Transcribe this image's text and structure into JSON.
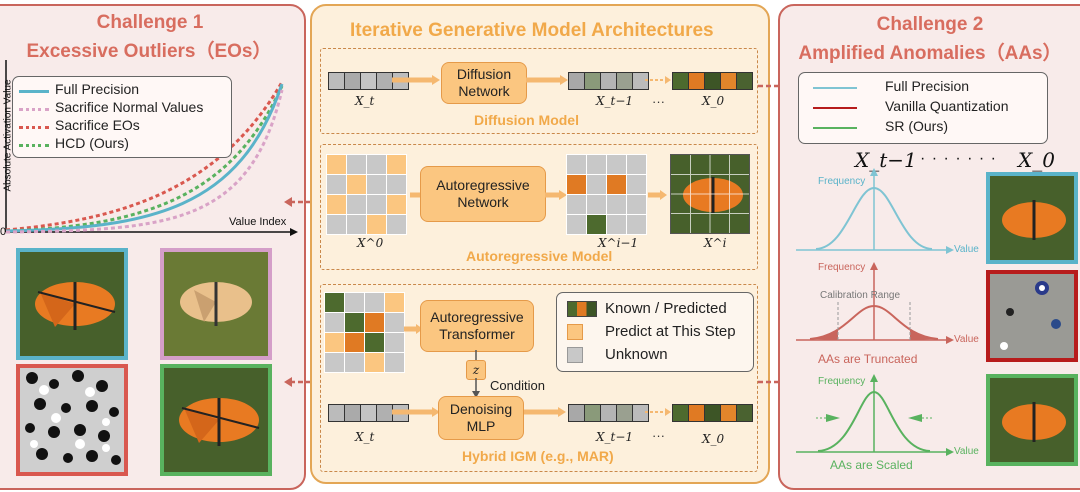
{
  "left": {
    "title1": "Challenge 1",
    "title2": "Excessive Outliers（EOs）",
    "ylabel": "Absolute Activation Value",
    "xlabel": "Value Index",
    "origin": "0",
    "legend": [
      "Full Precision",
      "Sacrifice Normal Values",
      "Sacrifice EOs",
      "HCD (Ours)"
    ]
  },
  "mid": {
    "title": "Iterative Generative Model Architectures",
    "diffusion": {
      "box": "Diffusion\nNetwork",
      "label": "Diffusion Model",
      "x_in": "X_t",
      "x_mid": "X_t−1",
      "x_out": "X_0",
      "ellipsis": "···"
    },
    "ar": {
      "box": "Autoregressive\nNetwork",
      "label": "Autoregressive Model",
      "x_in": "X^0",
      "x_mid": "X^i−1",
      "x_out": "X^i"
    },
    "hybrid": {
      "box1": "Autoregressive\nTransformer",
      "z": "z",
      "condition": "Condition",
      "box2": "Denoising\nMLP",
      "label": "Hybrid IGM (e.g., MAR)",
      "x_in": "X_t",
      "x_mid": "X_t−1",
      "x_out": "X_0",
      "ellipsis": "···",
      "legend": [
        "Known / Predicted",
        "Predict at This Step",
        "Unknown"
      ]
    }
  },
  "right": {
    "title1": "Challenge 2",
    "title2": "Amplified Anomalies（AAs）",
    "legend": [
      "Full Precision",
      "Vanilla Quantization",
      "SR (Ours)"
    ],
    "x_prev": "X_t−1",
    "x_0": "X_0",
    "dots": "· · · · · · ·",
    "freq": "Frequency",
    "value": "Value",
    "calibration": "Calibration  Range",
    "truncated": "AAs are Truncated",
    "scaled": "AAs are Scaled"
  },
  "colors": {
    "red_accent": "#d86d5f",
    "orange_accent": "#f1a94a",
    "blue": "#5ab3c9",
    "pink": "#c98ab5",
    "green": "#59b25f",
    "darkred": "#b71c1c",
    "unknown_cell": "#c8c8c8",
    "predict_cell": "#fbc680"
  }
}
